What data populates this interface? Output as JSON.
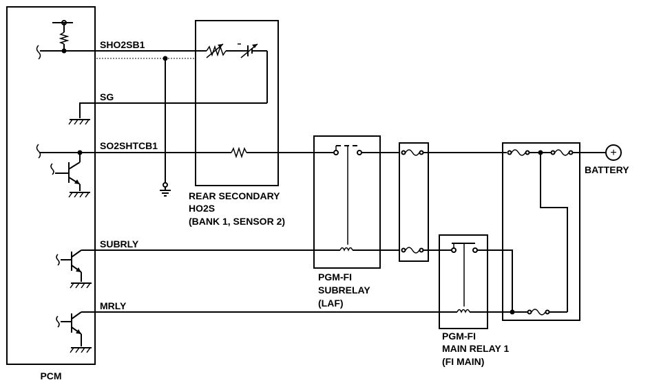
{
  "pcm": {
    "label": "PCM"
  },
  "signals": {
    "sho2sb1": "SHO2SB1",
    "sg": "SG",
    "so2shtcb1": "SO2SHTCB1",
    "subrly": "SUBRLY",
    "mrly": "MRLY"
  },
  "sensor": {
    "line1": "REAR SECONDARY",
    "line2": "HO2S",
    "line3": "(BANK 1, SENSOR 2)"
  },
  "subrelay": {
    "line1": "PGM-FI",
    "line2": "SUBRELAY",
    "line3": "(LAF)"
  },
  "main_relay": {
    "line1": "PGM-FI",
    "line2": "MAIN RELAY 1",
    "line3": "(FI MAIN)"
  },
  "battery": {
    "label": "BATTERY",
    "symbol": "+"
  },
  "colors": {
    "ink": "#000000",
    "background": "#ffffff"
  }
}
